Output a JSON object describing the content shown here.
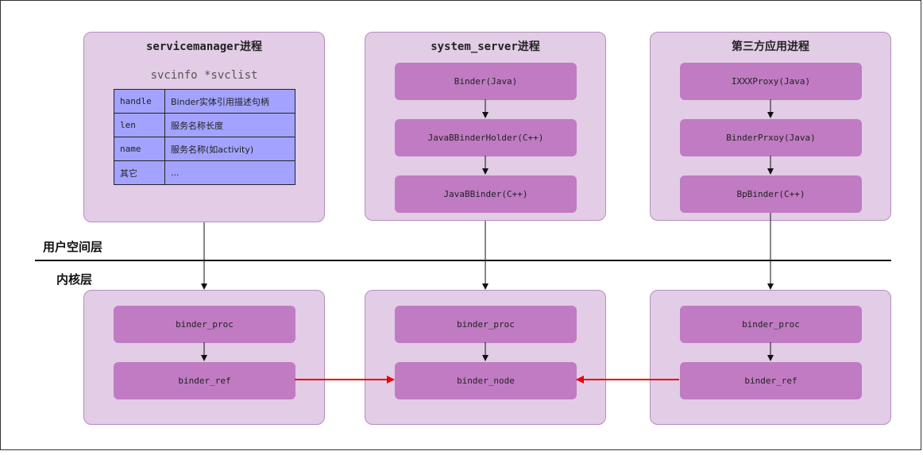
{
  "layers": {
    "user": "用户空间层",
    "kernel": "内核层"
  },
  "servicemanager": {
    "title": "servicemanager进程",
    "svclist": "svcinfo *svclist",
    "rows": [
      {
        "key": "handle",
        "value": "Binder实体引用描述句柄"
      },
      {
        "key": "len",
        "value": "服务名称长度"
      },
      {
        "key": "name",
        "value": "服务名称(如activity)"
      },
      {
        "key": "其它",
        "value": "..."
      }
    ]
  },
  "system_server": {
    "title": "system_server进程",
    "nodes": [
      "Binder(Java)",
      "JavaBBinderHolder(C++)",
      "JavaBBinder(C++)"
    ]
  },
  "third_party": {
    "title": "第三方应用进程",
    "nodes": [
      "IXXXProxy(Java)",
      "BinderPrxoy(Java)",
      "BpBinder(C++)"
    ]
  },
  "kernel_sm": {
    "nodes": [
      "binder_proc",
      "binder_ref"
    ]
  },
  "kernel_ss": {
    "nodes": [
      "binder_proc",
      "binder_node"
    ]
  },
  "kernel_tp": {
    "nodes": [
      "binder_proc",
      "binder_ref"
    ]
  },
  "colors": {
    "group": "#e2cce6",
    "node": "#c07bc3",
    "table": "#a3a3ff",
    "ref_arrow": "#ee0000"
  }
}
